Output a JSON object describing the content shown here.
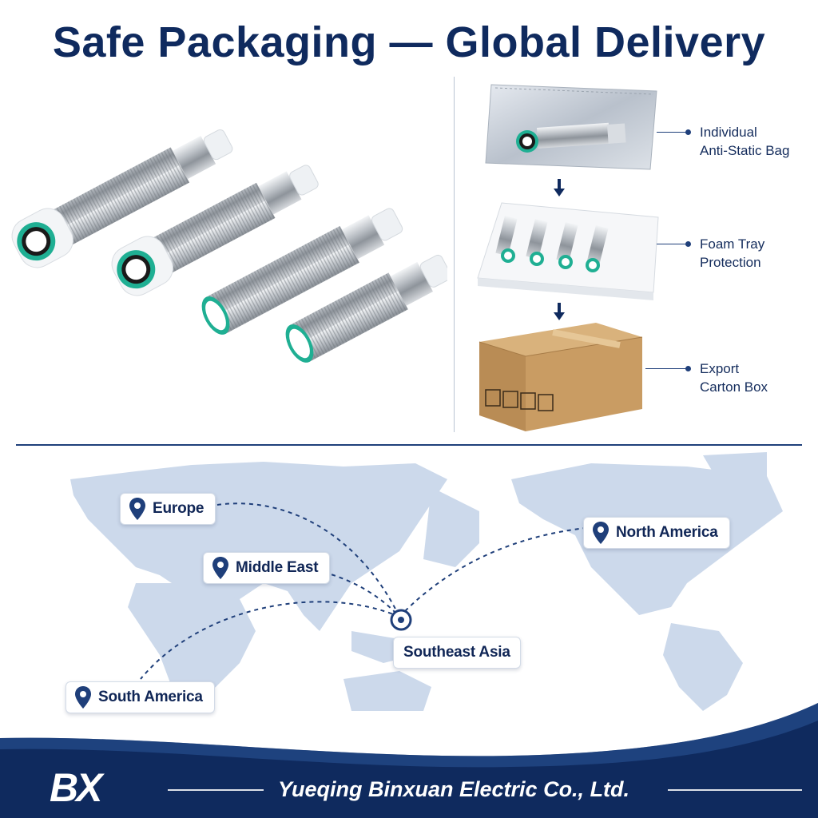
{
  "header": {
    "title": "Safe Packaging — Global Delivery"
  },
  "colors": {
    "navy": "#0f2a5e",
    "accent_teal": "#20b59a",
    "map": "#c9d7ea",
    "carton": "#c9a06a"
  },
  "packaging": {
    "steps": [
      {
        "icon": "anti-static-bag-image",
        "label_line1": "Individual",
        "label_line2": "Anti-Static Bag"
      },
      {
        "icon": "foam-tray-image",
        "label_line1": "Foam Tray",
        "label_line2": "Protection"
      },
      {
        "icon": "carton-box-image",
        "label_line1": "Export",
        "label_line2": "Carton Box"
      }
    ],
    "arrow_icon": "down-arrow-icon"
  },
  "delivery": {
    "hub": "Southeast Asia",
    "destinations": [
      {
        "name": "Europe",
        "icon": "map-pin-icon"
      },
      {
        "name": "Middle East",
        "icon": "map-pin-icon"
      },
      {
        "name": "North America",
        "icon": "map-pin-icon"
      },
      {
        "name": "South America",
        "icon": "map-pin-icon"
      }
    ]
  },
  "footer": {
    "logo": "BX",
    "company": "Yueqing Binxuan Electric Co., Ltd."
  }
}
